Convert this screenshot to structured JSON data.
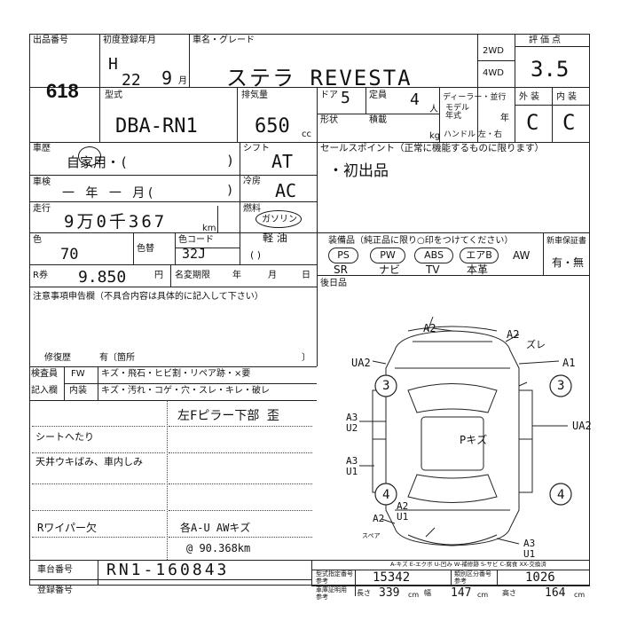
{
  "header": {
    "lot_label": "出品番号",
    "lot_number": "618",
    "first_reg_label": "初度登録年月",
    "era": "H",
    "year": "22",
    "month": "9",
    "month_unit": "月",
    "model_name_label": "車名・グレード",
    "model_name": "ステラ REVESTA",
    "drive_2wd": "2WD",
    "drive_4wd": "4WD",
    "score_label": "評価点",
    "score": "3.5"
  },
  "specs": {
    "model_code_label": "型式",
    "model_code": "DBA-RN1",
    "displacement_label": "排気量",
    "displacement": "650",
    "cc_unit": "cc",
    "doors_label": "ドア",
    "doors": "5",
    "capacity_label": "定員",
    "capacity": "4",
    "person_unit": "人",
    "shape_label": "形状",
    "load_label": "積載",
    "kg_unit": "kg",
    "dealer_label": "ディーラー・並行",
    "model_year_label": "モデル年式",
    "year_unit": "年",
    "handle_label": "ハンドル 左・右",
    "exterior_label": "外装",
    "interior_label": "内装",
    "exterior_grade": "C",
    "interior_grade": "C"
  },
  "history": {
    "history_label": "車歴",
    "history_value": "自家用・(",
    "history_close": ")",
    "inspection_label": "車検",
    "inspection_value": "一 年 一 月(",
    "inspection_close": ")",
    "mileage_label": "走行",
    "mileage_value": "9万0千367",
    "km_unit": "km",
    "color_label": "色",
    "color_value": "70",
    "color_change_label": "色替",
    "color_code_label": "色コード",
    "color_code": "32J",
    "color_paren": "(          )",
    "shift_label": "シフト",
    "shift_value": "AT",
    "aircon_label": "冷房",
    "aircon_value": "AC",
    "fuel_label": "燃料",
    "fuel_gas": "ガソリン",
    "fuel_light": "軽 油",
    "fuel_paren": "(       )"
  },
  "sales": {
    "label": "セールスポイント（正常に機能するものに限ります）",
    "value": "・初出品"
  },
  "recycle": {
    "label": "R券",
    "value": "9.850",
    "yen": "円",
    "rename_label": "名変期限",
    "year_unit": "年",
    "month_unit": "月",
    "day_unit": "日"
  },
  "notes": {
    "label": "注意事項申告欄（不具合内容は具体的に記入して下さい）",
    "repair_label": "修復歴",
    "repair_value": "有〔箇所",
    "repair_close": "〕"
  },
  "equipment": {
    "label": "装備品（純正品に限り○印をつけてください）",
    "items_row1": [
      "PS",
      "PW",
      "ABS",
      "エアB",
      "AW"
    ],
    "items_row2": [
      "SR",
      "ナビ",
      "TV",
      "本革"
    ],
    "warranty_label": "新車保証書",
    "warranty_value": "有・無",
    "post_install_label": "後日品"
  },
  "inspector": {
    "label1": "検査員",
    "label2": "記入欄",
    "row1_prefix": "FW",
    "row1": "キズ・飛石・ヒビ割・リペア跡・×要",
    "row2_prefix": "内装",
    "row2": "キズ・汚れ・コゲ・穴・スレ・キレ・破レ"
  },
  "comments": {
    "pillar": "左Fピラー下部 歪",
    "seat": "シートへたり",
    "ceiling": "天井ウキばみ、車内しみ",
    "wiper": "Rワイパー欠",
    "parts": "各A-U AWキズ",
    "odo": "@ 90.368km"
  },
  "diagram": {
    "marks": {
      "top_a2": "A2",
      "top_a2_right": "A2",
      "zure": "ズレ",
      "ua2_left": "UA2",
      "a1_right": "A1",
      "three_left": "3",
      "three_right": "3",
      "a3u2": "A3\nU2",
      "a3u1_left": "A3\nU1",
      "ua2_right": "UA2",
      "center": "Pキズ",
      "four_left": "4",
      "four_right": "4",
      "a2_bottom": "A2",
      "a2u1": "A2\nU1",
      "spare": "スペア",
      "a3u1_bottom": "A3\nU1"
    }
  },
  "footer": {
    "chassis_label": "車台番号",
    "chassis_value": "RN1-160843",
    "reg_label": "登録番号",
    "legend": "A-キズ E-エクボ U-凹み W-補修跡 S-サビ C-腐食 XX-交換済",
    "type_spec_label": "型式指定番号\n参考",
    "type_spec_value": "15342",
    "category_label": "類別区分番号\n参考",
    "category_value": "1026",
    "cert_label": "車庫証明用\n参考",
    "length_label": "長さ",
    "length_value": "339",
    "width_label": "幅",
    "width_value": "147",
    "height_label": "高さ",
    "height_value": "164",
    "cm": "cm"
  }
}
